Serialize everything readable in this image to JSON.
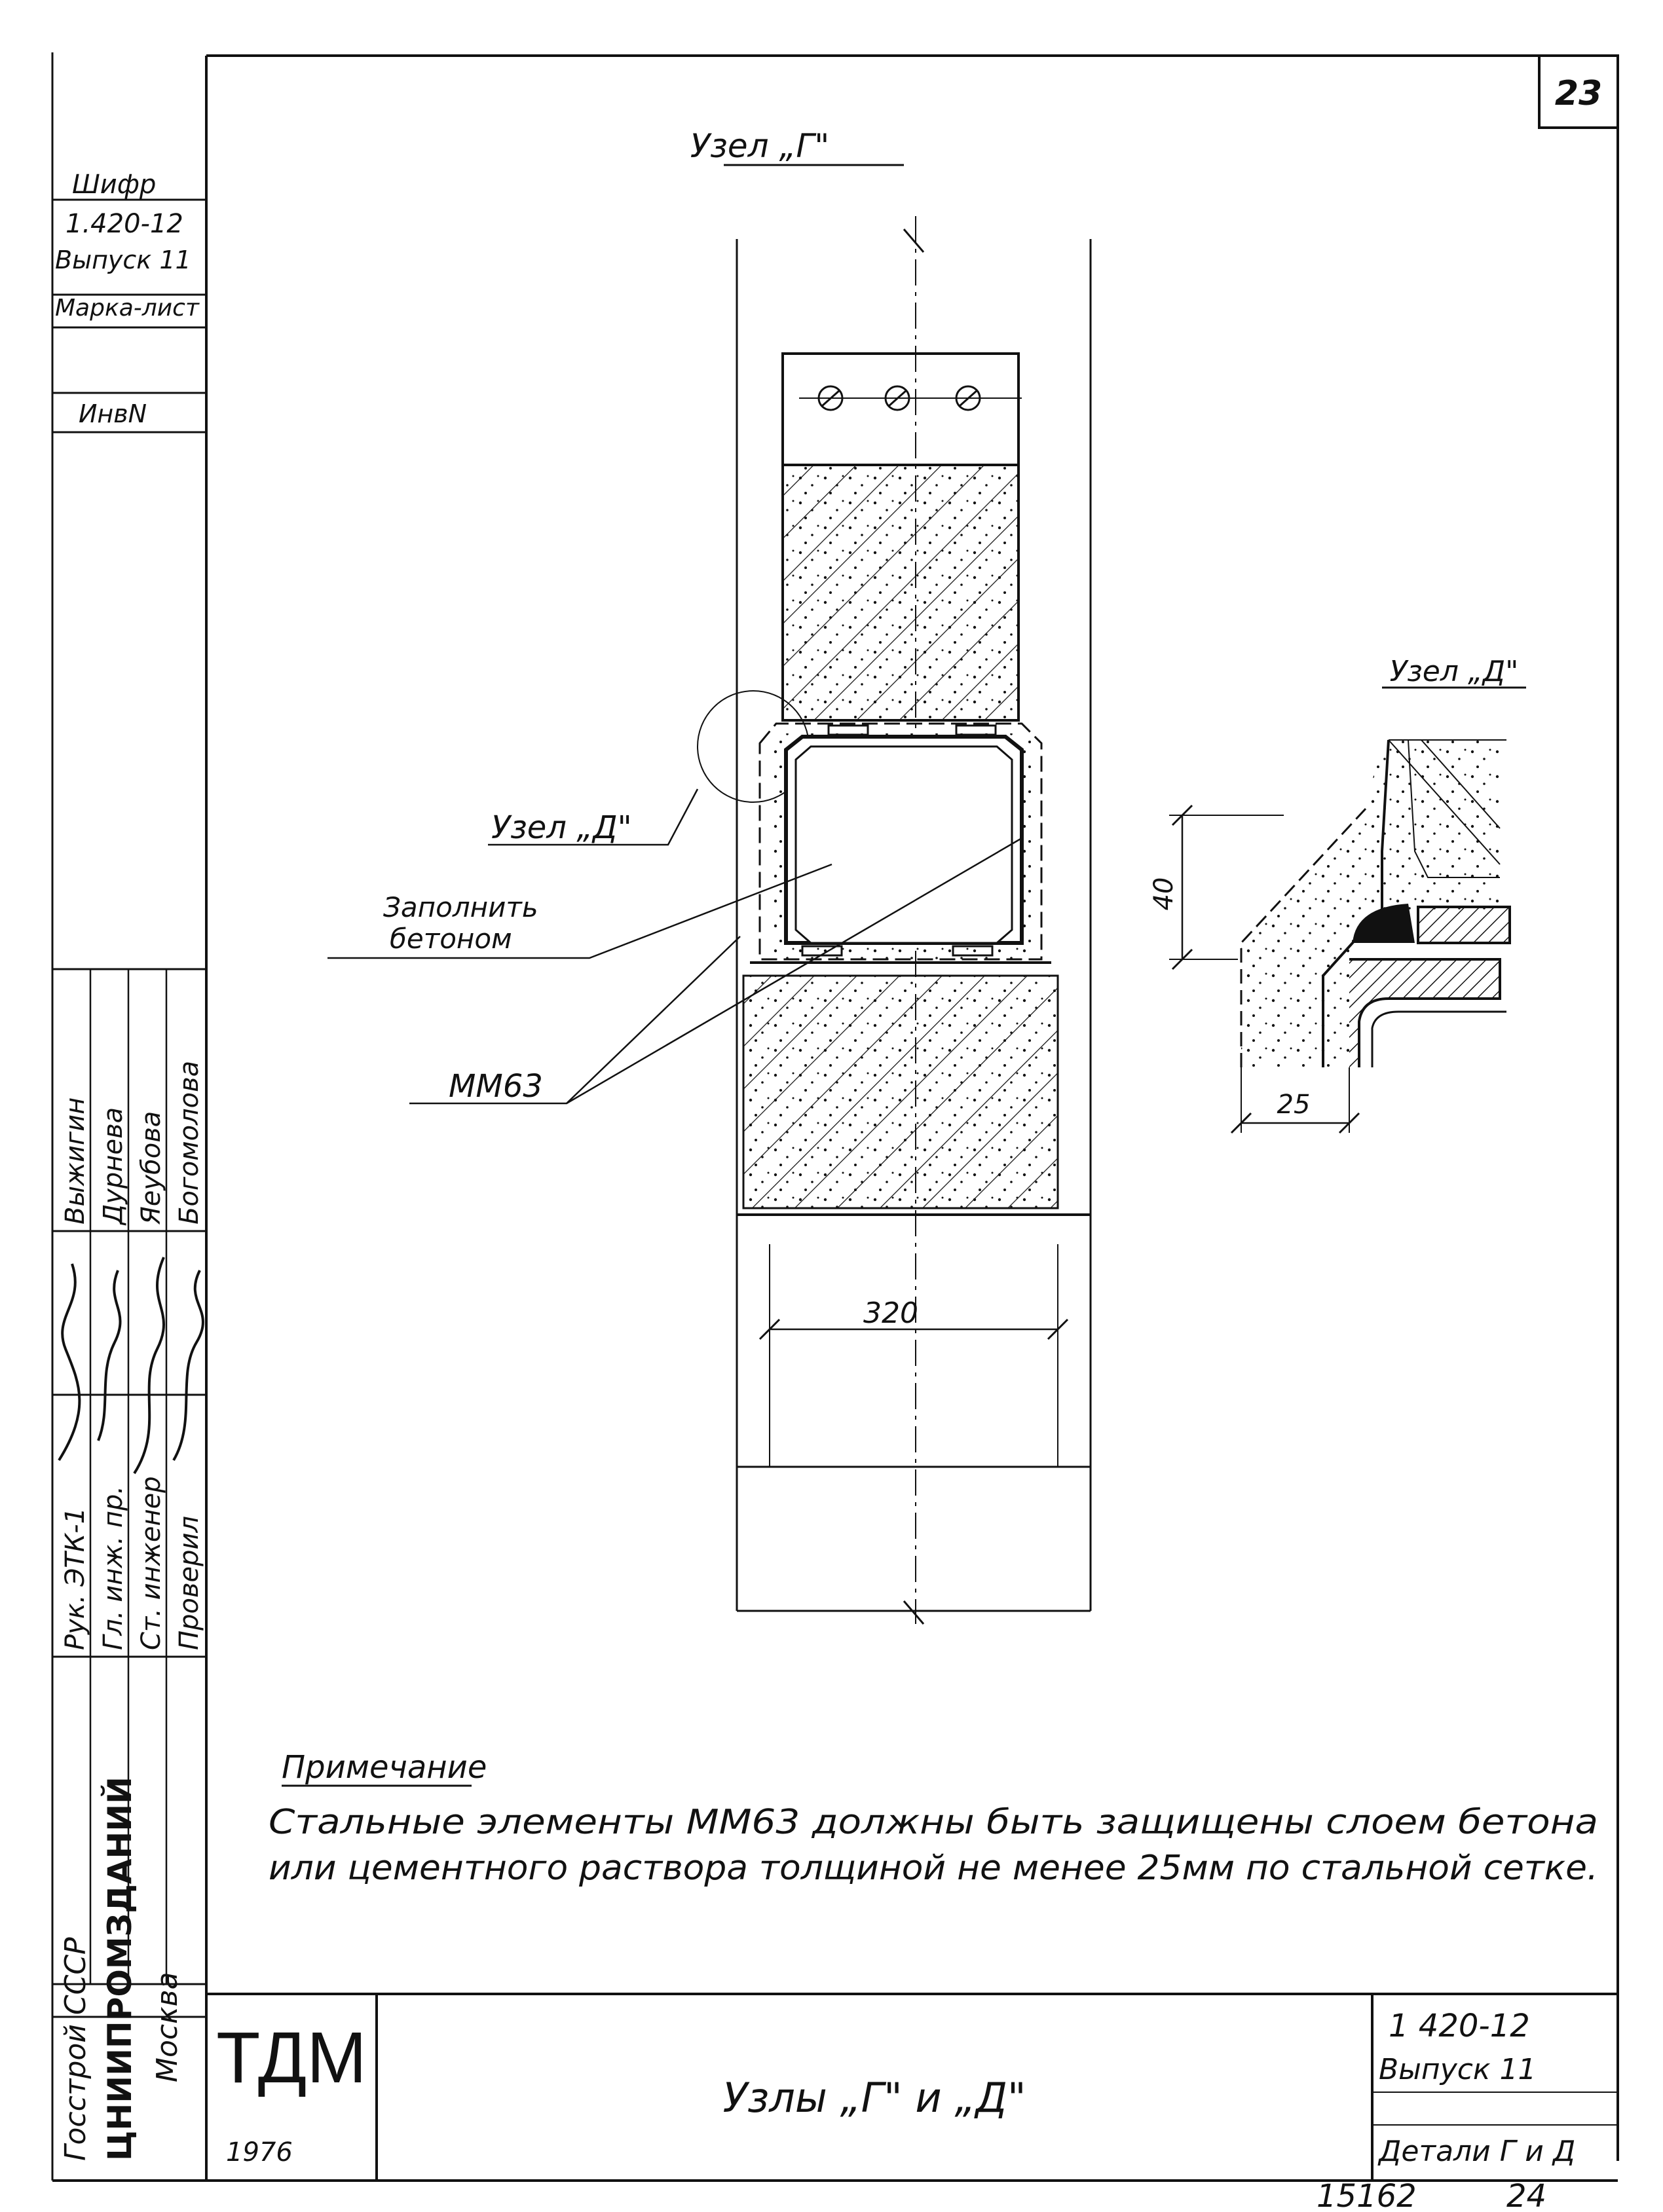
{
  "sheet": {
    "number": "23",
    "footer_handwritten": "15162",
    "footer_page": "24"
  },
  "side_stamp": {
    "cipher_label": "Шифр",
    "cipher_value": "1.420-12",
    "issue": "Выпуск 11",
    "mark_sheet": "Марка-лист",
    "inv_no": "ИнвN",
    "org_line1": "Госстрой СССР",
    "org_line2": "ЦНИИПРОМЗДАНИЙ",
    "org_line3": "Москва",
    "roles": [
      "Рук. ЭТК-1",
      "Гл. инж. пр.",
      "Ст. инженер",
      "Проверил"
    ],
    "names": [
      "Выжигин",
      "Дурнева",
      "Яеубова",
      "Богомолова"
    ]
  },
  "detail_g": {
    "title": "Узел „Г\"",
    "callout_d": "Узел „Д\"",
    "fill_note_line1": "Заполнить",
    "fill_note_line2": "бетоном",
    "element_mark": "ММ63",
    "dim_width": "320"
  },
  "detail_d": {
    "title": "Узел „Д\"",
    "dim_height": "40",
    "dim_width": "25"
  },
  "note": {
    "heading": "Примечание",
    "line1": "Стальные элементы ММ63 должны быть защищены слоем бетона",
    "line2": "или цементного раствора толщиной не менее 25мм по стальной сетке."
  },
  "title_block": {
    "series": "ТДМ",
    "year": "1976",
    "title": "Узлы „Г\" и „Д\"",
    "code": "1 420-12",
    "issue": "Выпуск 11",
    "part": "Детали Г и Д"
  }
}
